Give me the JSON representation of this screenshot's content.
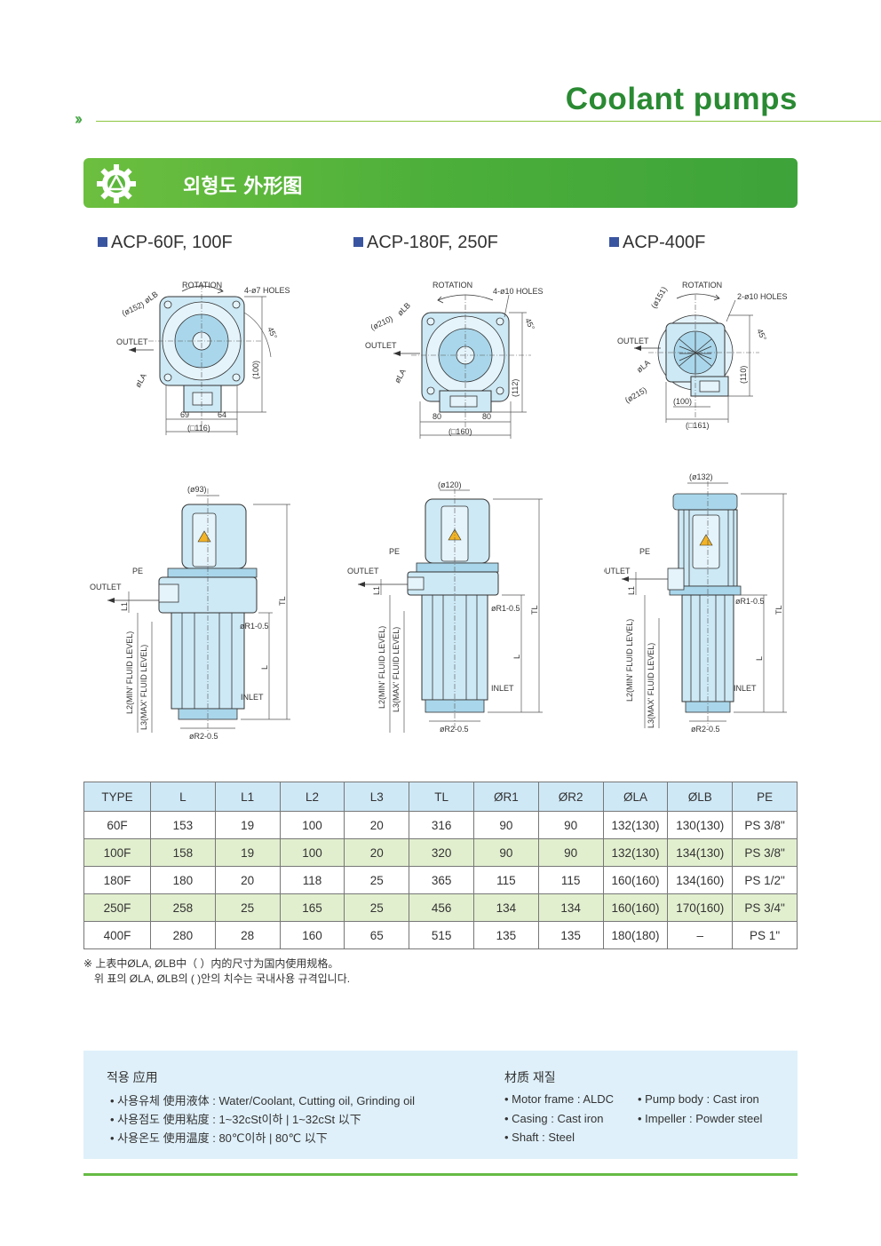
{
  "header": {
    "title": "Coolant pumps",
    "chevron": "››"
  },
  "banner": {
    "title": "외형도 外形图",
    "icon": "gear-logo-icon"
  },
  "models": [
    {
      "label": "ACP-60F, 100F"
    },
    {
      "label": "ACP-180F, 250F"
    },
    {
      "label": "ACP-400F"
    }
  ],
  "drawings": {
    "common": {
      "rotation": "ROTATION",
      "outlet": "OUTLET",
      "la": "øLA",
      "lb": "øLB",
      "pe": "PE",
      "inlet": "INLET",
      "l": "L",
      "l1": "L1",
      "tl": "TL",
      "l2": "L2(MIN' FLUID LEVEL)",
      "l3": "L3(MAX' FLUID LEVEL)",
      "r1": "øR1-0.5",
      "r2": "øR2-0.5",
      "angle": "45°"
    },
    "top": [
      {
        "holes": "4-ø7 HOLES",
        "dia": "(ø152)",
        "h": "(100)",
        "w1": "69",
        "w2": "64",
        "sq": "(□116)"
      },
      {
        "holes": "4-ø10 HOLES",
        "dia": "(ø210)",
        "h": "(112)",
        "w1": "80",
        "w2": "80",
        "sq": "(□160)"
      },
      {
        "holes": "2-ø10 HOLES",
        "dia": "(ø151)",
        "dia2": "(ø215)",
        "h": "(110)",
        "w1": "(100)",
        "sq": "(□161)"
      }
    ],
    "side": [
      {
        "dia": "(ø93)"
      },
      {
        "dia": "(ø120)"
      },
      {
        "dia": "(ø132)"
      }
    ]
  },
  "table": {
    "headers": [
      "TYPE",
      "L",
      "L1",
      "L2",
      "L3",
      "TL",
      "ØR1",
      "ØR2",
      "ØLA",
      "ØLB",
      "PE"
    ],
    "rows": [
      [
        "60F",
        "153",
        "19",
        "100",
        "20",
        "316",
        "90",
        "90",
        "132(130)",
        "130(130)",
        "PS 3/8\""
      ],
      [
        "100F",
        "158",
        "19",
        "100",
        "20",
        "320",
        "90",
        "90",
        "132(130)",
        "134(130)",
        "PS 3/8\""
      ],
      [
        "180F",
        "180",
        "20",
        "118",
        "25",
        "365",
        "115",
        "115",
        "160(160)",
        "134(160)",
        "PS 1/2\""
      ],
      [
        "250F",
        "258",
        "25",
        "165",
        "25",
        "456",
        "134",
        "134",
        "160(160)",
        "170(160)",
        "PS 3/4\""
      ],
      [
        "400F",
        "280",
        "28",
        "160",
        "65",
        "515",
        "135",
        "135",
        "180(180)",
        "–",
        "PS 1\""
      ]
    ]
  },
  "notes": [
    "※ 上表中ØLA, ØLB中（ ）内的尺寸为国内使用规格。",
    "위 표의 ØLA, ØLB의 ( )안의 치수는 국내사용 규격입니다."
  ],
  "application": {
    "title": "적용 应用",
    "lines": [
      "• 사용유체 使用液体 : Water/Coolant, Cutting oil, Grinding oil",
      "• 사용점도 使用粘度 : 1~32cSt이하 | 1~32cSt 以下",
      "• 사용온도 使用温度 : 80℃이하 | 80℃ 以下"
    ]
  },
  "material": {
    "title": "材质 재질",
    "items": [
      "• Motor frame : ALDC",
      "• Pump body : Cast iron",
      "• Casing : Cast iron",
      "• Impeller : Powder steel",
      "• Shaft : Steel"
    ]
  }
}
